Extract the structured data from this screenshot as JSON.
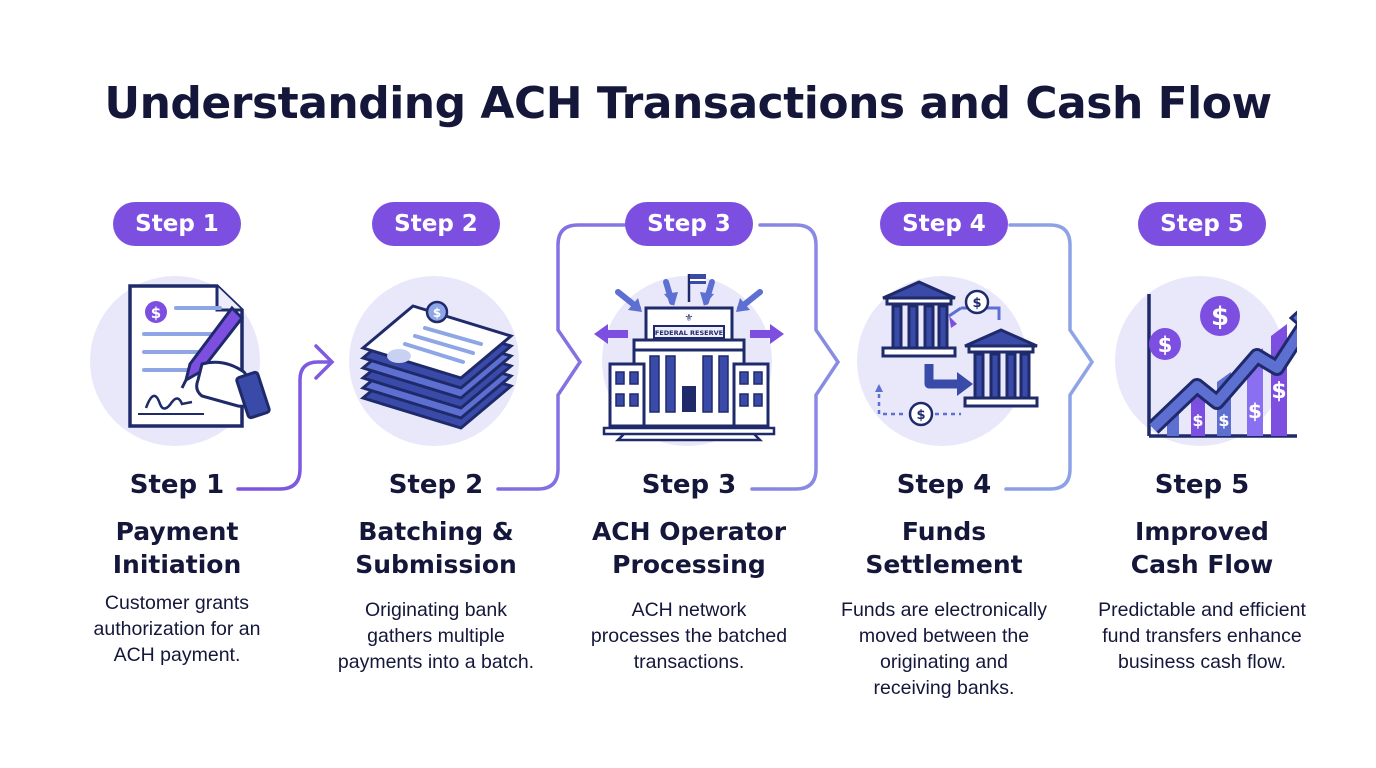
{
  "title": "Understanding ACH Transactions and Cash Flow",
  "colors": {
    "title": "#14173a",
    "pill": "#7c4fe0",
    "heading": "#14173a",
    "body": "#14173a",
    "connector_start": "#7c4fe0",
    "connector_end": "#8ea6e6",
    "icon_circle": "#e9e8fb",
    "icon_navy": "#1f2a6b",
    "icon_purple": "#7c4fe0"
  },
  "steps": [
    {
      "pill": "Step 1",
      "label": "Step 1",
      "title": [
        "Payment",
        "Initiation"
      ],
      "description": [
        "Customer grants",
        "authorization for an",
        "ACH payment."
      ],
      "icon": "document-signing-icon"
    },
    {
      "pill": "Step 2",
      "label": "Step 2",
      "title": [
        "Batching &",
        "Submission"
      ],
      "description": [
        "Originating bank",
        "gathers multiple",
        "payments into a batch."
      ],
      "icon": "document-stack-icon"
    },
    {
      "pill": "Step 3",
      "label": "Step 3",
      "title": [
        "ACH Operator",
        "Processing"
      ],
      "description": [
        "ACH network",
        "processes the batched",
        "transactions."
      ],
      "icon": "federal-reserve-building-icon",
      "building_sign": "FEDERAL RESERVE"
    },
    {
      "pill": "Step 4",
      "label": "Step 4",
      "title": [
        "Funds",
        "Settlement"
      ],
      "description": [
        "Funds are electronically",
        "moved between the",
        "originating and",
        "receiving banks."
      ],
      "icon": "bank-transfer-icon"
    },
    {
      "pill": "Step 5",
      "label": "Step 5",
      "title": [
        "Improved",
        "Cash Flow"
      ],
      "description": [
        "Predictable and efficient",
        "fund transfers enhance",
        "business cash flow."
      ],
      "icon": "growth-chart-icon"
    }
  ]
}
